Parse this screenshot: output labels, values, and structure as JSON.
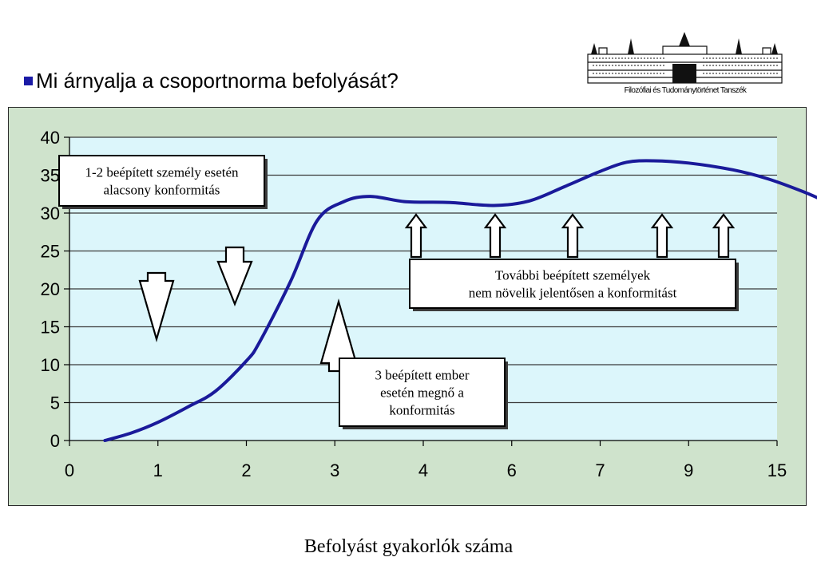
{
  "slide": {
    "title": "Mi árnyalja a csoportnorma befolyását?",
    "bullet_color": "#1a1aa6",
    "logo_caption": "Filozófiai és Tudománytörténet Tanszék"
  },
  "chart_data": {
    "type": "line",
    "title": "",
    "xlabel": "Befolyást gyakorlók száma",
    "ylabel": "",
    "categories": [
      "0",
      "1",
      "2",
      "3",
      "4",
      "6",
      "7",
      "9",
      "15"
    ],
    "ylim": [
      0,
      40
    ],
    "yticks": [
      0,
      5,
      10,
      15,
      20,
      25,
      30,
      35,
      40
    ],
    "grid": true,
    "series": [
      {
        "name": "",
        "color": "#1a1a9a",
        "points": [
          {
            "x": 0.4,
            "y": 0
          },
          {
            "x": 0.7,
            "y": 1
          },
          {
            "x": 1.0,
            "y": 2.4
          },
          {
            "x": 1.35,
            "y": 4.5
          },
          {
            "x": 1.65,
            "y": 6.5
          },
          {
            "x": 2.0,
            "y": 10.5
          },
          {
            "x": 2.15,
            "y": 13
          },
          {
            "x": 2.5,
            "y": 21
          },
          {
            "x": 2.8,
            "y": 29
          },
          {
            "x": 3.1,
            "y": 31.5
          },
          {
            "x": 3.4,
            "y": 32.2
          },
          {
            "x": 3.8,
            "y": 31.5
          },
          {
            "x": 4.3,
            "y": 31.4
          },
          {
            "x": 4.8,
            "y": 31
          },
          {
            "x": 5.2,
            "y": 31.6
          },
          {
            "x": 5.6,
            "y": 33.5
          },
          {
            "x": 6.0,
            "y": 35.5
          },
          {
            "x": 6.3,
            "y": 36.7
          },
          {
            "x": 6.6,
            "y": 36.9
          },
          {
            "x": 7.0,
            "y": 36.6
          },
          {
            "x": 7.5,
            "y": 35.7
          },
          {
            "x": 7.9,
            "y": 34.5
          },
          {
            "x": 8.3,
            "y": 32.8
          },
          {
            "x": 8.6,
            "y": 31.3
          },
          {
            "x": 8.8,
            "y": 30.5
          }
        ]
      }
    ],
    "annotations": [
      {
        "text_lines": [
          "1-2 beépített személy esetén",
          "alacsony konformitás"
        ]
      },
      {
        "text_lines": [
          "További beépített személyek",
          "nem növelik jelentősen a konformitást"
        ]
      },
      {
        "text_lines": [
          "3 beépített ember",
          "esetén megnő a",
          "konformitás"
        ]
      }
    ],
    "colors": {
      "frame_bg": "#cfe3cc",
      "plot_bg": "#dcf6fb",
      "grid": "#3a3a3a"
    }
  }
}
